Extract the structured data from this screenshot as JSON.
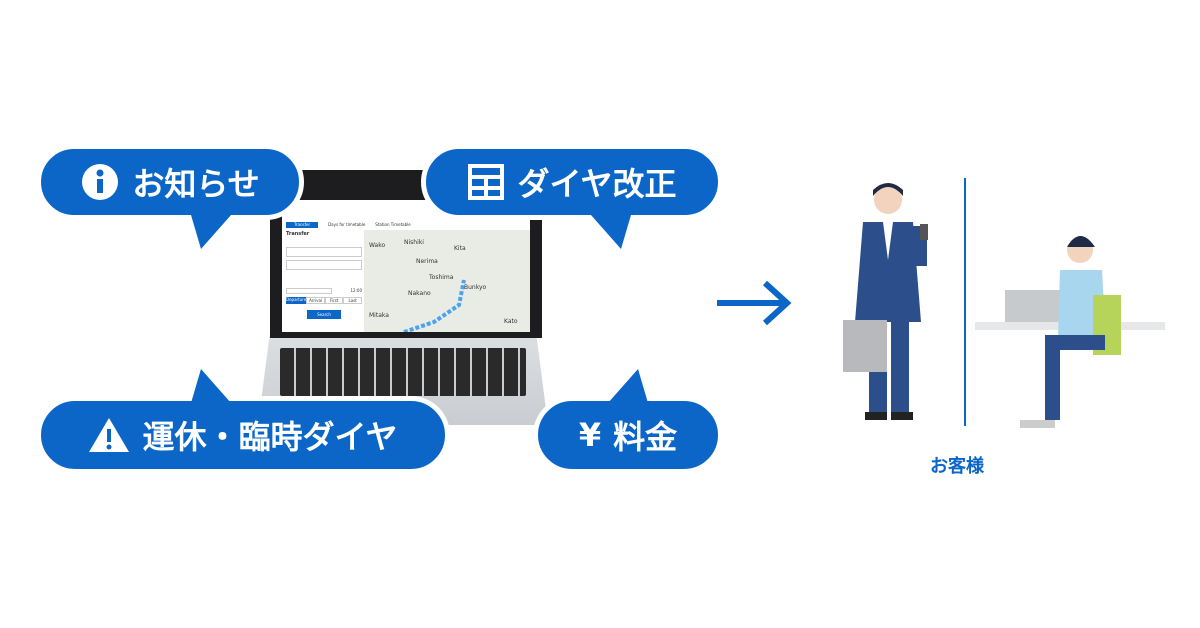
{
  "colors": {
    "accent": "#0b66c8",
    "screen_bezel": "#1d1d1f"
  },
  "bubbles": [
    {
      "label": "お知らせ",
      "icon": "info-icon"
    },
    {
      "label": "ダイヤ改正",
      "icon": "timetable-icon"
    },
    {
      "label": "運休・臨時ダイヤ",
      "icon": "warning-icon"
    },
    {
      "label": "料金",
      "icon": "yen-icon",
      "icon_text": "¥"
    }
  ],
  "laptop": {
    "tabs": [
      "Transfer",
      "Days for timetable",
      "Station Timetable"
    ],
    "panel_title": "Transfer",
    "time_options": [
      "Departure",
      "Arrival",
      "First",
      "Last"
    ],
    "time_value": "12:00",
    "search_label": "Search",
    "map_labels": [
      "Wako",
      "Nishiki",
      "Kita",
      "Nerima",
      "Toshima",
      "Bunkyo",
      "Nakano",
      "Mitaka",
      "Kato"
    ]
  },
  "customer_label": "お客様"
}
